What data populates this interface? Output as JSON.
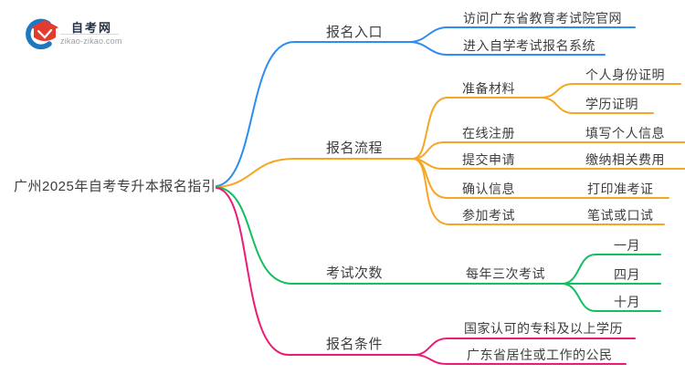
{
  "logo": {
    "title": "自考网",
    "domain": "zikao-zikao.com",
    "icon_red": "#e23c30",
    "icon_blue": "#1c78c0"
  },
  "text_color": "#3e3e3e",
  "root": {
    "label": "广州2025年自考专升本报名指引"
  },
  "branches": [
    {
      "label": "报名入口",
      "color": "#2d8cf0",
      "children": [
        {
          "label": "访问广东省教育考试院官网"
        },
        {
          "label": "进入自学考试报名系统"
        }
      ]
    },
    {
      "label": "报名流程",
      "color": "#f5a623",
      "children": [
        {
          "label": "准备材料",
          "children": [
            {
              "label": "个人身份证明"
            },
            {
              "label": "学历证明"
            }
          ]
        },
        {
          "label": "在线注册",
          "children": [
            {
              "label": "填写个人信息"
            }
          ]
        },
        {
          "label": "提交申请",
          "children": [
            {
              "label": "缴纳相关费用"
            }
          ]
        },
        {
          "label": "确认信息",
          "children": [
            {
              "label": "打印准考证"
            }
          ]
        },
        {
          "label": "参加考试",
          "children": [
            {
              "label": "笔试或口试"
            }
          ]
        }
      ]
    },
    {
      "label": "考试次数",
      "color": "#13bf61",
      "children": [
        {
          "label": "每年三次考试",
          "children": [
            {
              "label": "一月"
            },
            {
              "label": "四月"
            },
            {
              "label": "十月"
            }
          ]
        }
      ]
    },
    {
      "label": "报名条件",
      "color": "#ee1a78",
      "children": [
        {
          "label": "国家认可的专科及以上学历"
        },
        {
          "label": "广东省居住或工作的公民"
        }
      ]
    }
  ]
}
